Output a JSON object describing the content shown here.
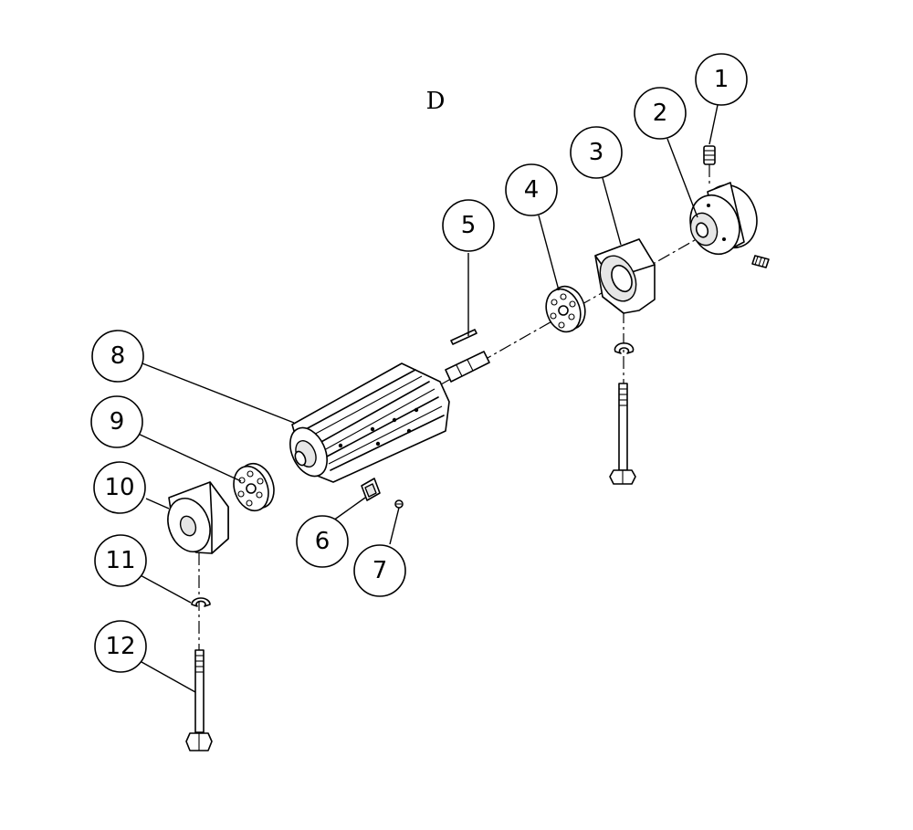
{
  "diagram": {
    "title": "D",
    "callouts": [
      {
        "id": "1",
        "label": "1"
      },
      {
        "id": "2",
        "label": "2"
      },
      {
        "id": "3",
        "label": "3"
      },
      {
        "id": "4",
        "label": "4"
      },
      {
        "id": "5",
        "label": "5"
      },
      {
        "id": "6",
        "label": "6"
      },
      {
        "id": "7",
        "label": "7"
      },
      {
        "id": "8",
        "label": "8"
      },
      {
        "id": "9",
        "label": "9"
      },
      {
        "id": "10",
        "label": "10"
      },
      {
        "id": "11",
        "label": "11"
      },
      {
        "id": "12",
        "label": "12"
      }
    ]
  }
}
